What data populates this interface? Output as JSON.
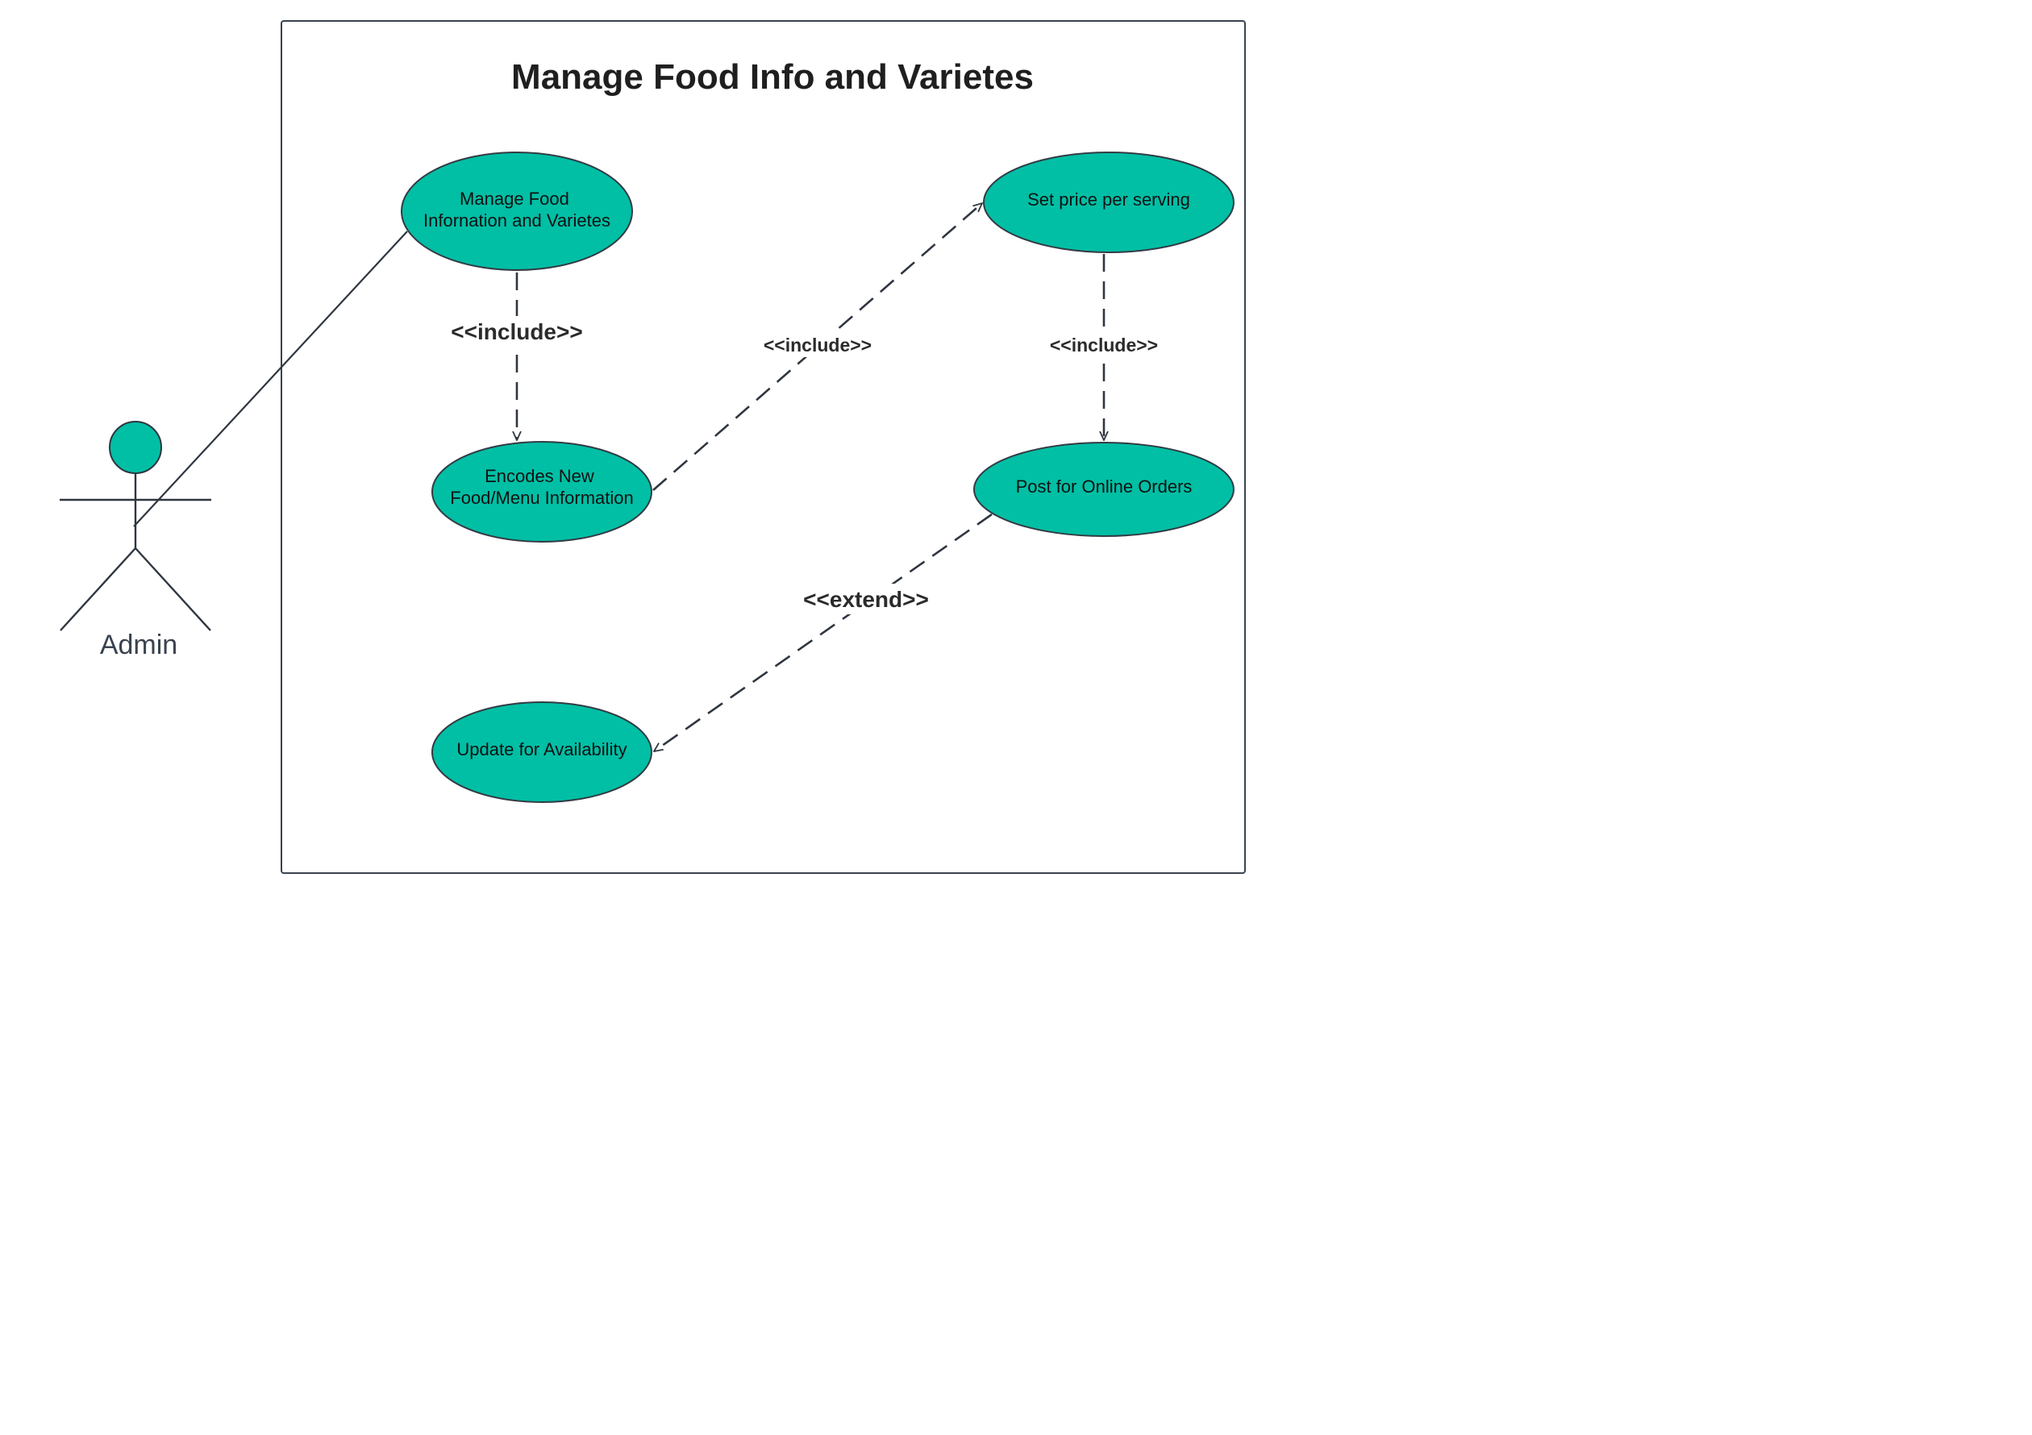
{
  "diagram": {
    "title": "Manage Food Info and Varietes",
    "colors": {
      "usecase_fill": "#00BFA5",
      "stroke": "#333B44",
      "actor_head_fill": "#00BFA5"
    },
    "actor": {
      "label": "Admin",
      "icon": "stick-figure-icon"
    },
    "use_cases": [
      {
        "id": "manage",
        "lines": [
          "Manage Food",
          "Infornation and Varietes"
        ]
      },
      {
        "id": "encode",
        "lines": [
          "Encodes New",
          "Food/Menu Information"
        ]
      },
      {
        "id": "price",
        "lines": [
          "Set price per serving"
        ]
      },
      {
        "id": "post",
        "lines": [
          "Post for Online Orders"
        ]
      },
      {
        "id": "update",
        "lines": [
          "Update for Availability"
        ]
      }
    ],
    "relationships": [
      {
        "id": "rel-manage-encode",
        "from": "manage",
        "to": "encode",
        "type": "include",
        "label": "<<include>>"
      },
      {
        "id": "rel-encode-price",
        "from": "encode",
        "to": "price",
        "type": "include",
        "label": "<<include>>"
      },
      {
        "id": "rel-price-post",
        "from": "price",
        "to": "post",
        "type": "include",
        "label": "<<include>>"
      },
      {
        "id": "rel-post-update",
        "from": "post",
        "to": "update",
        "type": "extend",
        "label": "<<extend>>"
      },
      {
        "id": "rel-actor-manage",
        "from": "actor",
        "to": "manage",
        "type": "association",
        "label": ""
      }
    ]
  }
}
